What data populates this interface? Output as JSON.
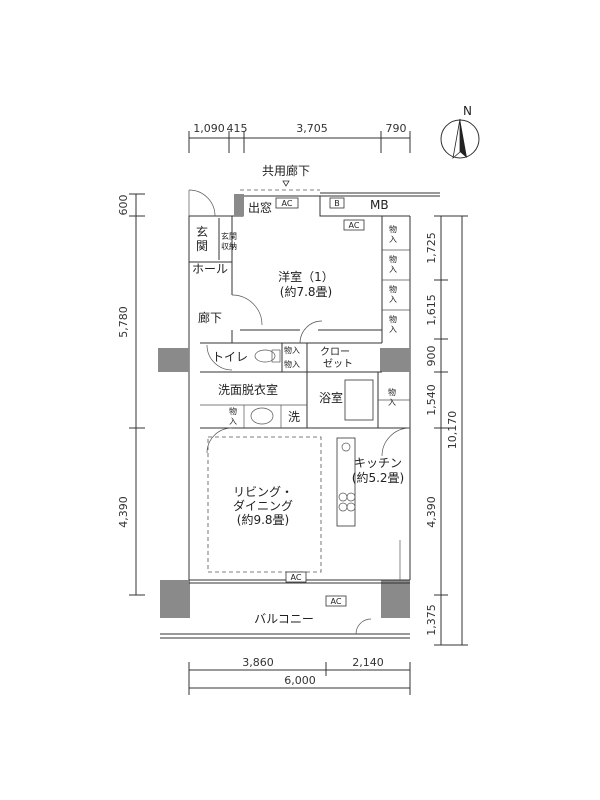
{
  "north": "N",
  "corridor": "共用廊下",
  "top_dims": [
    "1,090",
    "415",
    "3,705",
    "790"
  ],
  "bottom_dims": [
    "3,860",
    "2,140"
  ],
  "bottom_total": "6,000",
  "left_dims": [
    "600",
    "5,780",
    "4,390"
  ],
  "right_dims": [
    "1,725",
    "1,615",
    "900",
    "1,540",
    "4,390",
    "1,375"
  ],
  "right_total": "10,170",
  "rooms": {
    "demado": "出窓",
    "mb": "MB",
    "b": "B",
    "genkan": "玄関",
    "genkan_storage": "玄関収納",
    "hall": "ホール",
    "western_name": "洋室（1）",
    "western_size": "(約7.8畳)",
    "hallway": "廊下",
    "toilet": "トイレ",
    "closet": "クローゼット",
    "washroom": "洗面脱衣室",
    "bath": "浴室",
    "wash": "洗",
    "kitchen_name": "キッチン",
    "kitchen_size": "(約5.2畳)",
    "living_line1": "リビング・",
    "living_line2": "ダイニング",
    "living_size": "(約9.8畳)",
    "balcony": "バルコニー",
    "storage": "物入",
    "ac": "AC"
  }
}
